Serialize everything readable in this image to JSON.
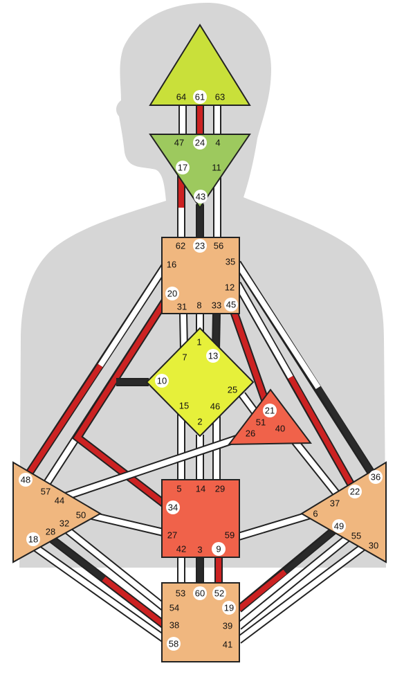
{
  "colors": {
    "silhouette": "#d6d6d6",
    "head_center": "#c9e03a",
    "ajna_center": "#9dc95e",
    "throat_center": "#f0b77f",
    "g_center": "#e6f03a",
    "ego_center": "#f0624a",
    "sacral_center": "#f0624a",
    "spleen_center": "#f0b77f",
    "solar_plexus_center": "#f0b77f",
    "root_center": "#f0b77f",
    "conscious": "#2a2a2a",
    "unconscious": "#cc2222",
    "open": "#ffffff",
    "outline": "#222222"
  },
  "gates": {
    "g64": "64",
    "g61": "61",
    "g63": "63",
    "g47": "47",
    "g24": "24",
    "g4": "4",
    "g17": "17",
    "g11": "11",
    "g43": "43",
    "g62": "62",
    "g23": "23",
    "g56": "56",
    "g16": "16",
    "g35": "35",
    "g12": "12",
    "g20": "20",
    "g31": "31",
    "g8": "8",
    "g33": "33",
    "g45": "45",
    "g1": "1",
    "g7": "7",
    "g13": "13",
    "g10": "10",
    "g25": "25",
    "g15": "15",
    "g46": "46",
    "g2": "2",
    "g21": "21",
    "g51": "51",
    "g26": "26",
    "g40": "40",
    "g5": "5",
    "g14": "14",
    "g29": "29",
    "g34": "34",
    "g27": "27",
    "g59": "59",
    "g42": "42",
    "g3": "3",
    "g9": "9",
    "g48": "48",
    "g57": "57",
    "g44": "44",
    "g50": "50",
    "g32": "32",
    "g28": "28",
    "g18": "18",
    "g36": "36",
    "g22": "22",
    "g37": "37",
    "g6": "6",
    "g49": "49",
    "g55": "55",
    "g30": "30",
    "g53": "53",
    "g60": "60",
    "g52": "52",
    "g54": "54",
    "g19": "19",
    "g38": "38",
    "g39": "39",
    "g58": "58",
    "g41": "41"
  }
}
